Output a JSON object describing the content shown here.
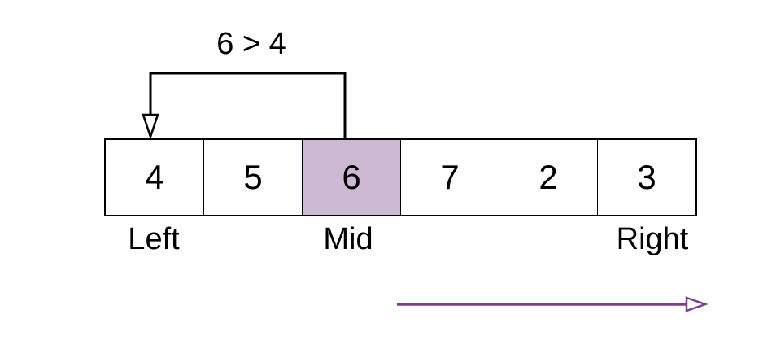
{
  "diagram": {
    "annotation": "6 > 4",
    "array": {
      "cells": [
        {
          "value": "4",
          "highlighted": false
        },
        {
          "value": "5",
          "highlighted": false
        },
        {
          "value": "6",
          "highlighted": true
        },
        {
          "value": "7",
          "highlighted": false
        },
        {
          "value": "2",
          "highlighted": false
        },
        {
          "value": "3",
          "highlighted": false
        }
      ]
    },
    "pointers": {
      "left": "Left",
      "mid": "Mid",
      "right": "Right"
    }
  },
  "colors": {
    "background": "#FFFFFF",
    "text": "#000000",
    "cell_border": "#000000",
    "highlight_fill": "#CEB9D4",
    "annotation_line": "#000000",
    "direction_arrow": "#7C3D8C"
  }
}
